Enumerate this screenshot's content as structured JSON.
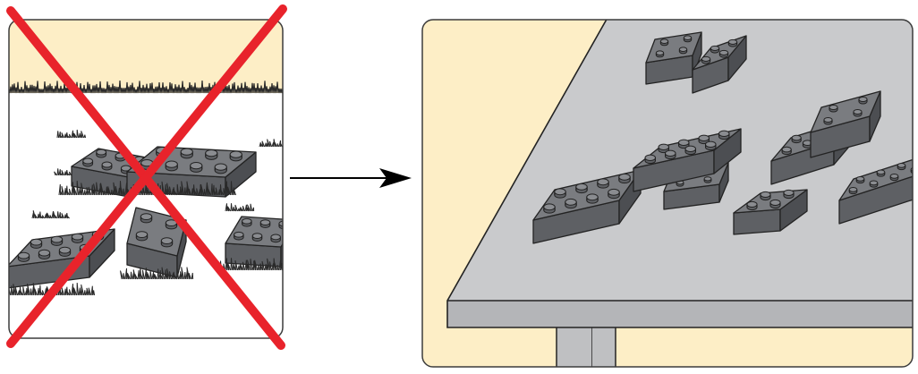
{
  "colors": {
    "background": "#ffffff",
    "wall": "#fdeec6",
    "panel_border": "#3c3c3c",
    "grass_ground": "#ffffff",
    "grass_ink": "#2a2a2a",
    "table_top": "#c9cacc",
    "table_edge": "#b4b5b8",
    "table_leg": "#bfc0c2",
    "brick_top": "#7a7c80",
    "brick_front": "#5e6064",
    "brick_side": "#4c4e52",
    "brick_stud": "#8a8c90",
    "brick_outline": "#232323",
    "cross": "#e8232b",
    "arrow": "#000000"
  },
  "diagram": {
    "left_panel": {
      "scene": "bricks-on-grass",
      "crossed_out": true
    },
    "right_panel": {
      "scene": "bricks-on-table",
      "crossed_out": false
    },
    "connector": {
      "from": "left_panel",
      "to": "right_panel",
      "style": "arrow"
    }
  }
}
